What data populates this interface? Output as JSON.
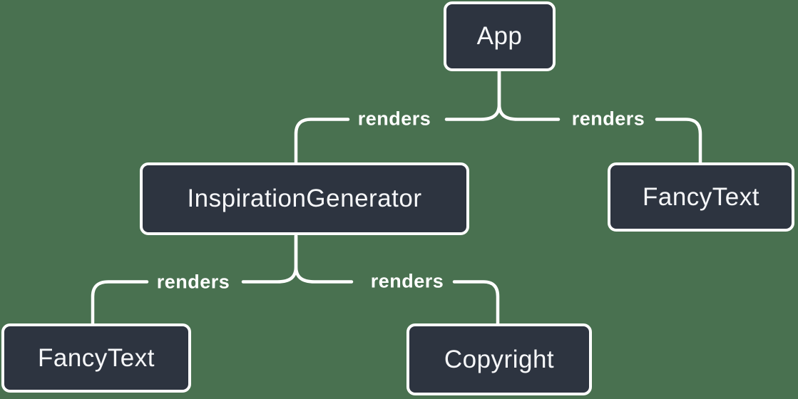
{
  "diagram": {
    "type": "react-render-tree",
    "colors": {
      "background": "#497150",
      "node_fill": "#2d3440",
      "node_border": "#ffffff",
      "node_text": "#f6f7f9",
      "line": "#ffffff",
      "edge_label_text": "#ffffff"
    },
    "nodes": [
      {
        "id": "app",
        "label": "App"
      },
      {
        "id": "inspiration-generator",
        "label": "InspirationGenerator"
      },
      {
        "id": "fancy-text-right",
        "label": "FancyText"
      },
      {
        "id": "fancy-text-left",
        "label": "FancyText"
      },
      {
        "id": "copyright",
        "label": "Copyright"
      }
    ],
    "edges": [
      {
        "from": "App",
        "to": "InspirationGenerator",
        "label": "renders"
      },
      {
        "from": "App",
        "to": "FancyText",
        "label": "renders"
      },
      {
        "from": "InspirationGenerator",
        "to": "FancyText",
        "label": "renders"
      },
      {
        "from": "InspirationGenerator",
        "to": "Copyright",
        "label": "renders"
      }
    ]
  }
}
